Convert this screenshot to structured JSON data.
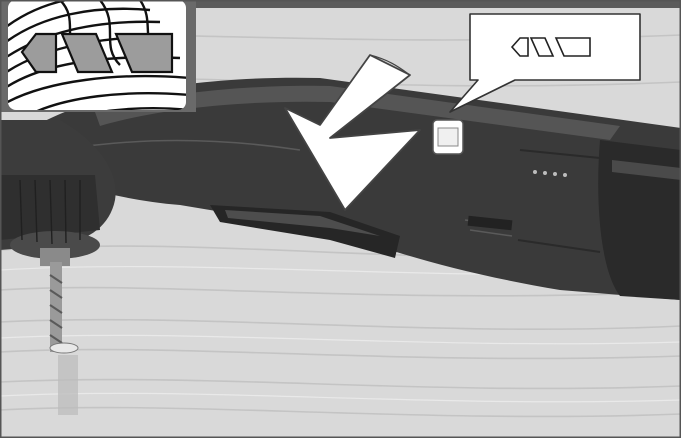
{
  "figure": {
    "kind": "instruction-illustration",
    "colors": {
      "panel": "#6a6a6a",
      "tool_body": "#3a3a3a",
      "tool_dark": "#262626",
      "wood": "#d9d9d9",
      "arrow": "#ffffff",
      "inset_bg": "#ffffff",
      "speed_fill": "#9c9c9c"
    },
    "icons": {
      "inset": "wood-grain-speed-icon",
      "callout": "speed-setting-icon",
      "arrow": "push-down-arrow-icon",
      "switch": "speed-switch-icon"
    },
    "speed_indicator": {
      "segments": 3,
      "selected_segments": 3
    },
    "callout_indicator": {
      "segments": 3,
      "selected_segments": 0
    }
  }
}
